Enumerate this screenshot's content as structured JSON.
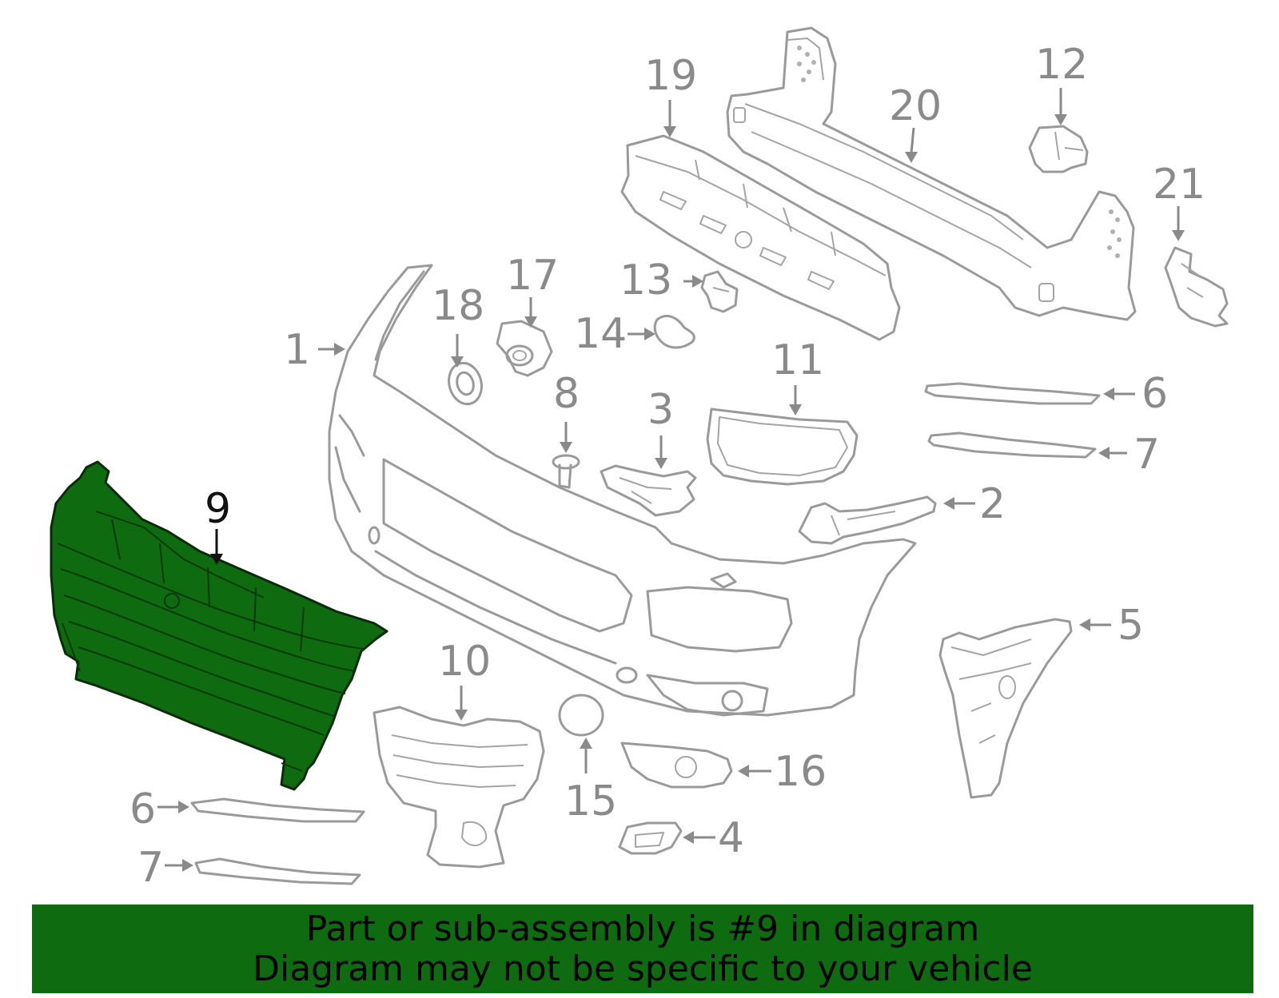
{
  "colors": {
    "highlight_part": "#0e6b10",
    "banner_background": "#0e6b10",
    "callout_gray": "#8a8a8a",
    "callout_highlight": "#111111"
  },
  "callouts": [
    {
      "id": "1",
      "label": "1"
    },
    {
      "id": "2",
      "label": "2"
    },
    {
      "id": "3",
      "label": "3"
    },
    {
      "id": "4",
      "label": "4"
    },
    {
      "id": "5",
      "label": "5"
    },
    {
      "id": "6a",
      "label": "6"
    },
    {
      "id": "6b",
      "label": "6"
    },
    {
      "id": "7a",
      "label": "7"
    },
    {
      "id": "7b",
      "label": "7"
    },
    {
      "id": "8",
      "label": "8"
    },
    {
      "id": "9",
      "label": "9"
    },
    {
      "id": "10",
      "label": "10"
    },
    {
      "id": "11",
      "label": "11"
    },
    {
      "id": "12",
      "label": "12"
    },
    {
      "id": "13",
      "label": "13"
    },
    {
      "id": "14",
      "label": "14"
    },
    {
      "id": "15",
      "label": "15"
    },
    {
      "id": "16",
      "label": "16"
    },
    {
      "id": "17",
      "label": "17"
    },
    {
      "id": "18",
      "label": "18"
    },
    {
      "id": "19",
      "label": "19"
    },
    {
      "id": "20",
      "label": "20"
    },
    {
      "id": "21",
      "label": "21"
    }
  ],
  "highlighted_part": "9",
  "banner": {
    "line1": "Part or sub-assembly is #9 in diagram",
    "line2": "Diagram may not be specific to your vehicle"
  }
}
